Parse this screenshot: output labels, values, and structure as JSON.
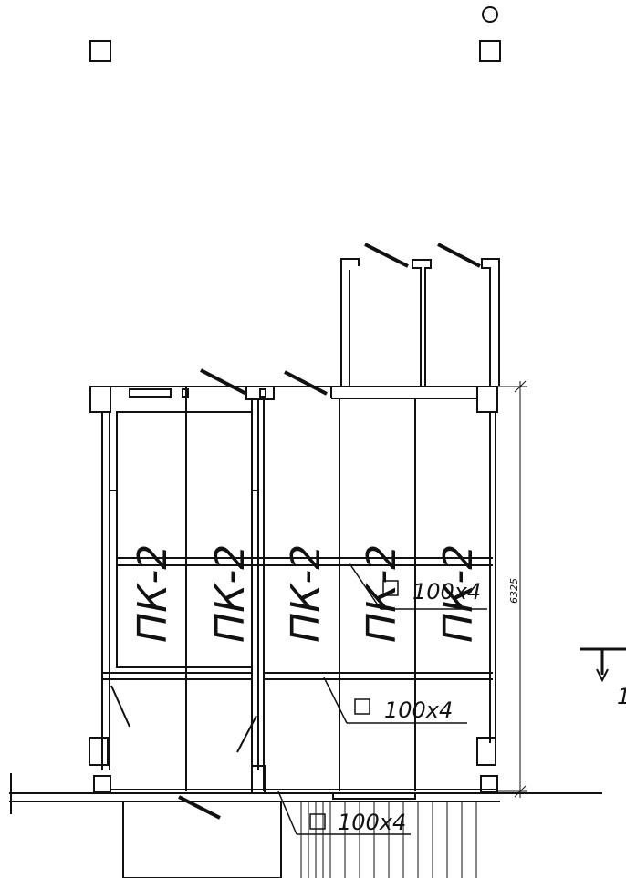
{
  "drawing": {
    "panel_labels": [
      "ПК-2",
      "ПК-2",
      "ПК-2",
      "ПК-2",
      "ПК-2"
    ],
    "callouts": [
      {
        "text": "100х4"
      },
      {
        "text": "100х4"
      },
      {
        "text": "100х4"
      }
    ],
    "dimension": "6325",
    "section_mark": "1"
  }
}
